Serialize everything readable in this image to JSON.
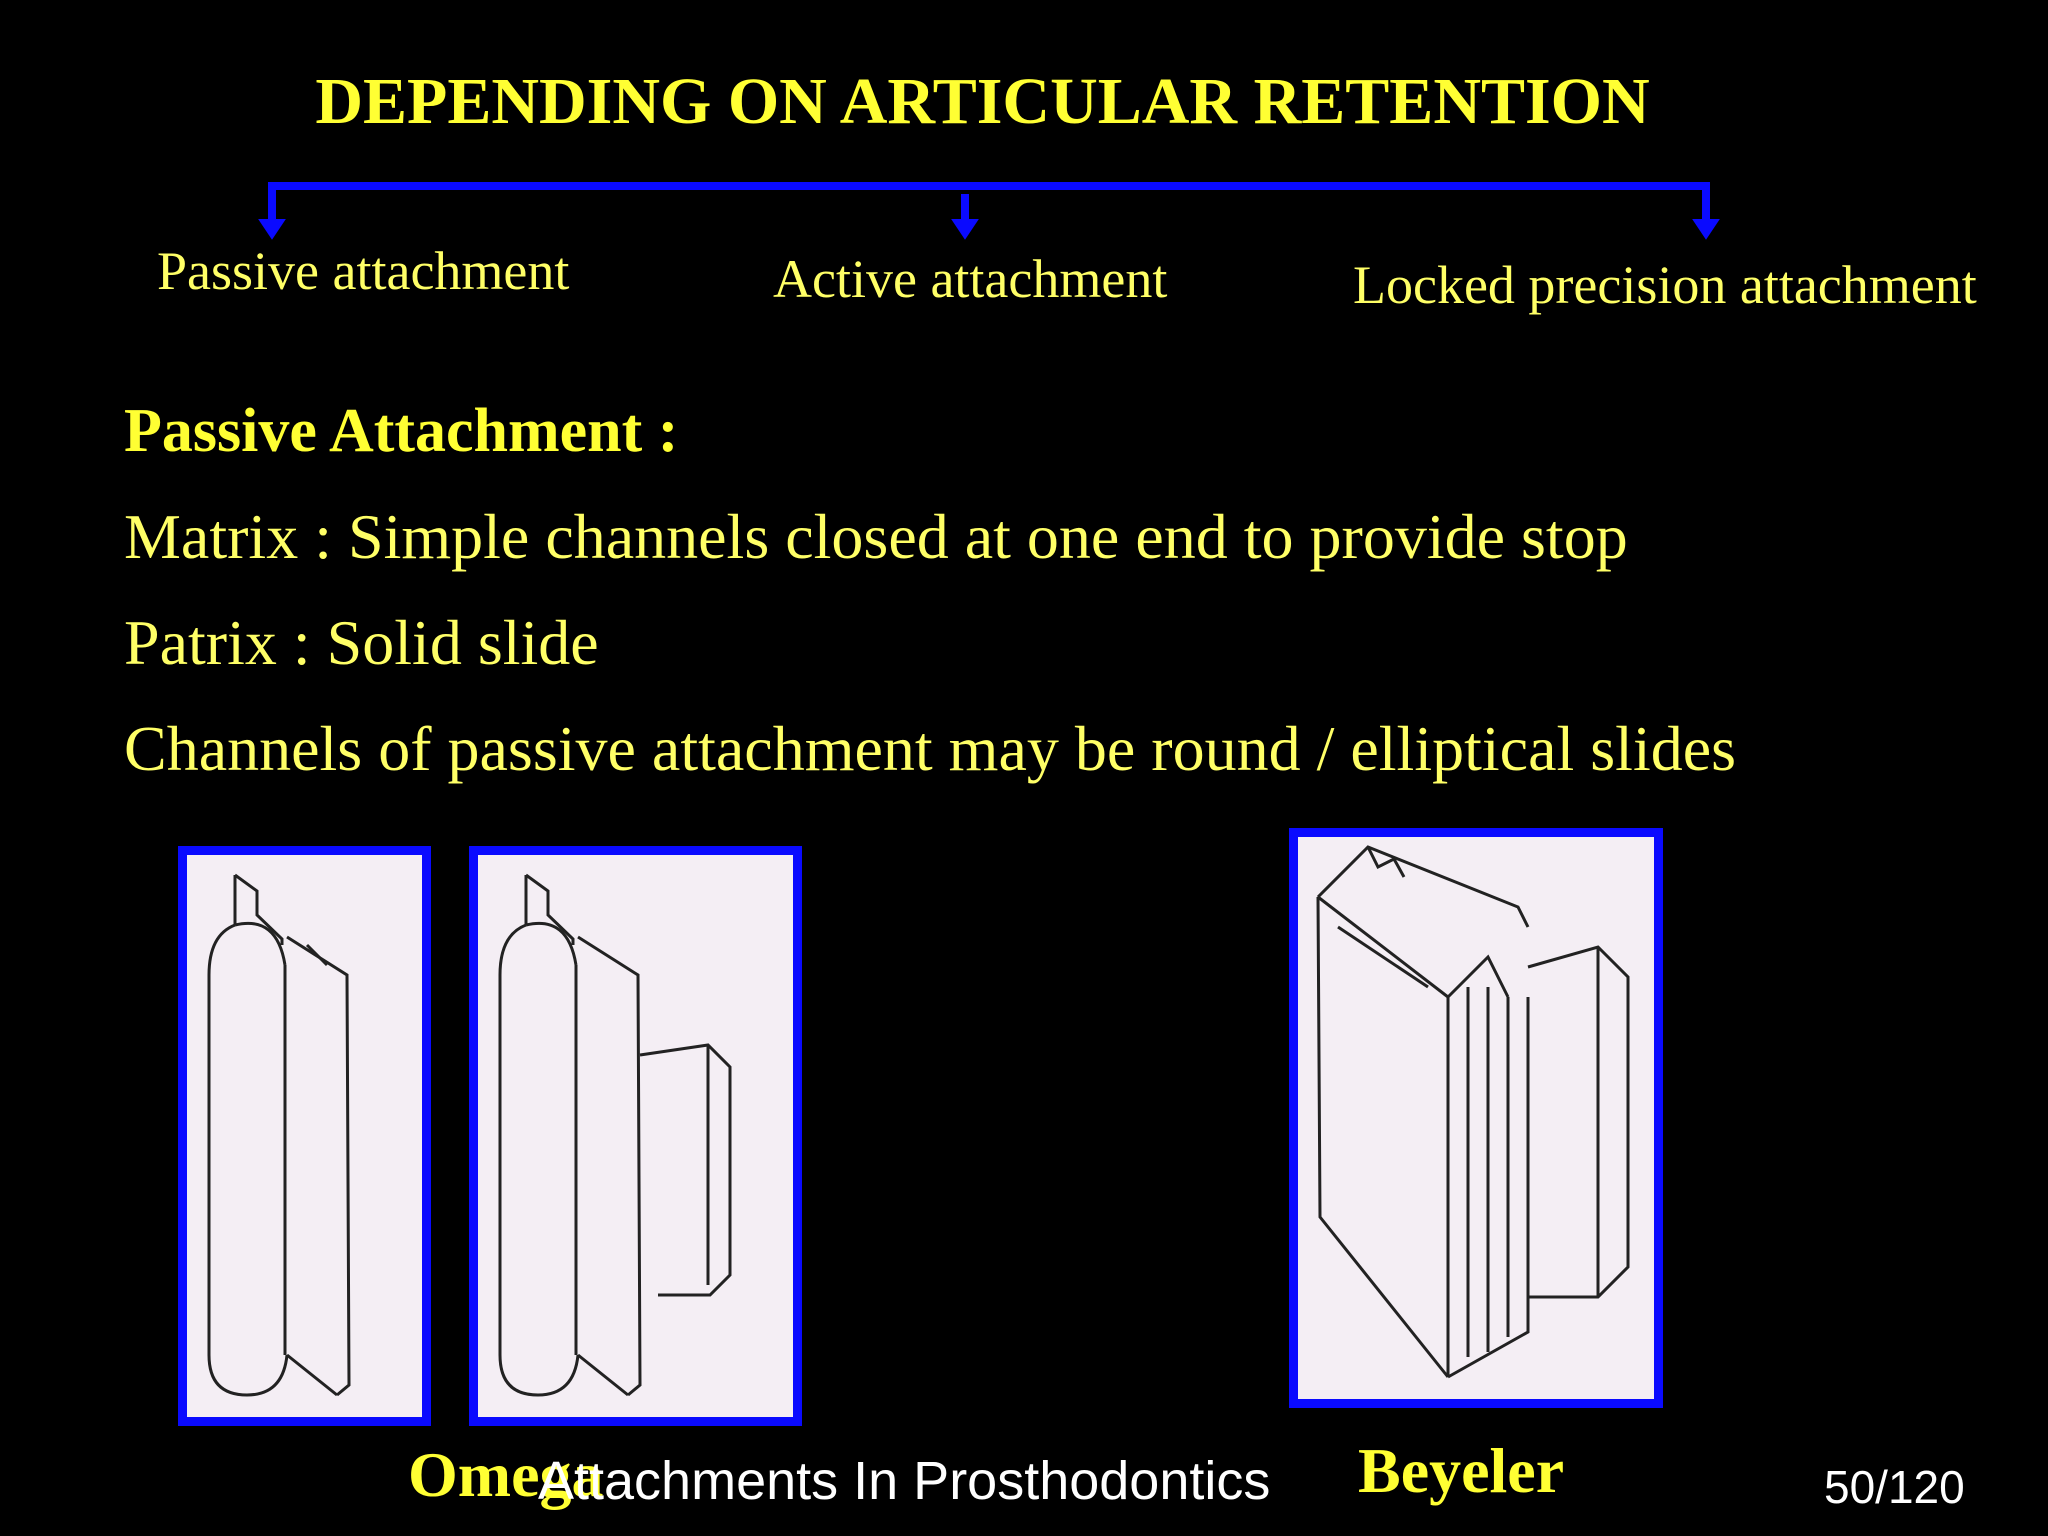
{
  "slide": {
    "title": "DEPENDING ON ARTICULAR RETENTION",
    "branches": [
      "Passive attachment",
      "Active attachment",
      "Locked precision attachment"
    ],
    "heading": "Passive Attachment :",
    "lines": [
      "Matrix : Simple channels closed at one end to provide stop",
      "Patrix : Solid slide",
      "Channels of passive attachment may be round / elliptical slides"
    ],
    "captions": [
      "Omega",
      "Beyeler"
    ],
    "footer": "Attachments In Prosthodontics",
    "page_number": "50/120",
    "colors": {
      "background": "#000000",
      "text": "#ffff33",
      "bracket": "#0a0aff"
    }
  }
}
